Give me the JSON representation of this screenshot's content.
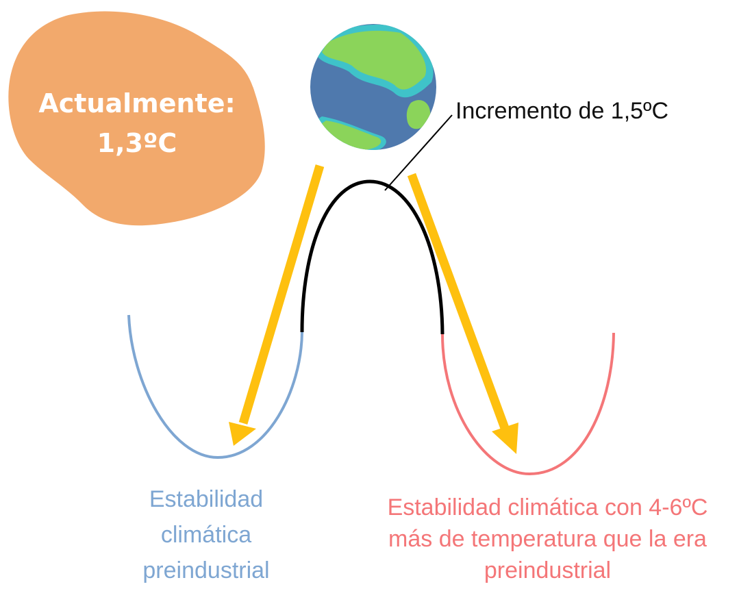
{
  "current_note": {
    "line1": "Actualmente:",
    "line2": "1,3ºC"
  },
  "peak_label": "Incremento de 1,5ºC",
  "left_state": {
    "lines": [
      "Estabilidad",
      "climática",
      "preindustrial"
    ]
  },
  "right_state": {
    "lines": [
      "Estabilidad climática con 4-6ºC",
      "más de temperatura que la era",
      "preindustrial"
    ]
  },
  "colors": {
    "blob": "#f2a96c",
    "left_well": "#7ea6d2",
    "right_well": "#f47678",
    "peak": "#000000",
    "arrows": "#fec00f",
    "ocean": "#4f79ad",
    "land": "#8bd45a",
    "shore": "#3fc3c9"
  },
  "icons": {
    "earth": "earth-globe-icon"
  }
}
